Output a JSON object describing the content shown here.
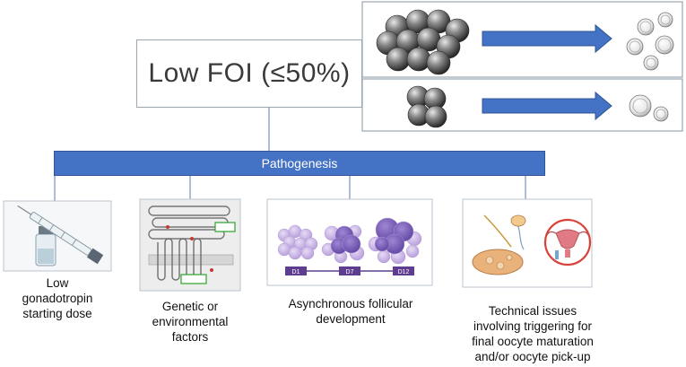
{
  "title": "Low FOI (≤50%)",
  "banner": "Pathogenesis",
  "causes": [
    {
      "caption": "Low gonadotropin starting dose",
      "lines": [
        "Low",
        "gonadotropin",
        "starting dose"
      ]
    },
    {
      "caption": "Genetic or environmental factors",
      "lines": [
        "Genetic or",
        "environmental",
        "factors"
      ]
    },
    {
      "caption": "Asynchronous follicular development",
      "lines": [
        "Asynchronous follicular",
        "development"
      ]
    },
    {
      "caption": "Technical issues involving triggering for final oocyte maturation and/or oocyte pick-up",
      "lines": [
        "Technical issues",
        "involving triggering for",
        "final oocyte maturation",
        "and/or oocyte pick-up"
      ]
    }
  ],
  "stages": [
    "D1",
    "D7",
    "D12"
  ],
  "colors": {
    "accent": "#4472c4",
    "banner_border": "#2f5597",
    "follicle_light": "#cbb6e6",
    "follicle_dark": "#7b61b8",
    "timeline": "#5e3d91"
  }
}
